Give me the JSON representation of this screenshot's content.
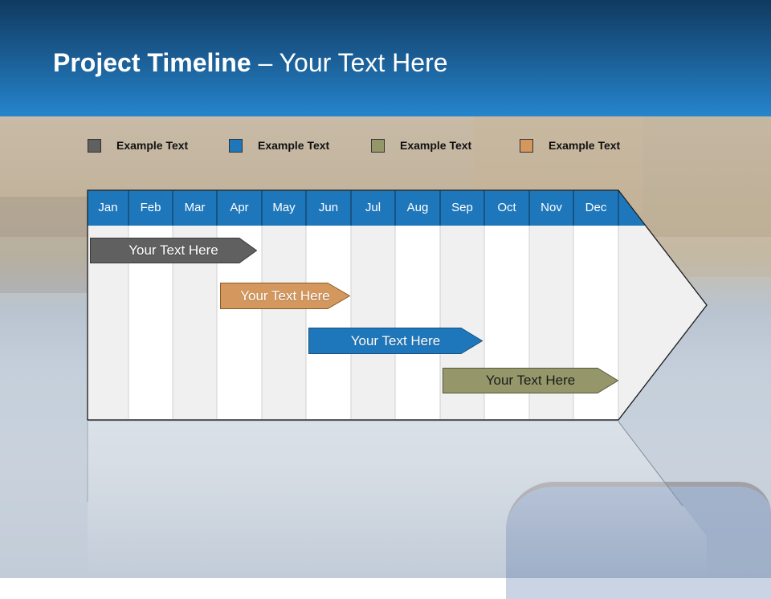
{
  "header": {
    "title_bold": "Project Timeline",
    "title_rest": " – Your Text Here",
    "gradient_top": "#0f3a60",
    "gradient_bottom": "#2585cc"
  },
  "legend": [
    {
      "label": "Example Text",
      "color": "#606060"
    },
    {
      "label": "Example Text",
      "color": "#1f77bb"
    },
    {
      "label": "Example Text",
      "color": "#95976a"
    },
    {
      "label": "Example Text",
      "color": "#d4985f"
    }
  ],
  "timeline": {
    "header_color": "#1f77bb",
    "months": [
      "Jan",
      "Feb",
      "Mar",
      "Apr",
      "May",
      "Jun",
      "Jul",
      "Aug",
      "Sep",
      "Oct",
      "Nov",
      "Dec"
    ],
    "bars": [
      {
        "label": "Your  Text Here",
        "color": "#606060",
        "text_color": "#ffffff",
        "start_month": "Jan",
        "end_month": "Apr"
      },
      {
        "label": "Your  Text Here",
        "color": "#d4985f",
        "text_color": "#ffffff",
        "start_month": "Apr",
        "end_month": "Jun"
      },
      {
        "label": "Your  Text Here",
        "color": "#1f77bb",
        "text_color": "#ffffff",
        "start_month": "Jun",
        "end_month": "Sep"
      },
      {
        "label": "Your  Text Here",
        "color": "#95976a",
        "text_color": "#1a1a1a",
        "start_month": "Sep",
        "end_month": "Dec"
      }
    ]
  }
}
